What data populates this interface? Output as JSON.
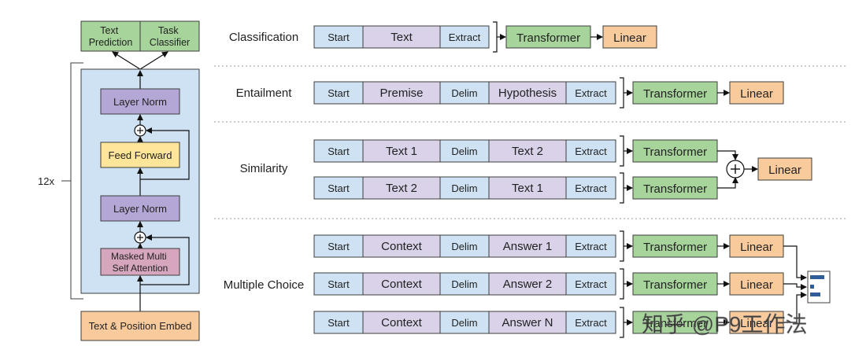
{
  "architecture": {
    "outputs": [
      "Text\nPrediction",
      "Task\nClassifier"
    ],
    "repeat_label": "12x",
    "blocks": {
      "layer_norm_top": "Layer Norm",
      "feed_forward": "Feed Forward",
      "layer_norm_bottom": "Layer Norm",
      "attention": "Masked Multi\nSelf Attention",
      "embed": "Text & Position Embed"
    }
  },
  "tasks": [
    {
      "name": "Classification",
      "sequences": [
        {
          "tokens": [
            "Start",
            "Text",
            "Extract"
          ],
          "transformer": "Transformer",
          "linear": "Linear"
        }
      ]
    },
    {
      "name": "Entailment",
      "sequences": [
        {
          "tokens": [
            "Start",
            "Premise",
            "Delim",
            "Hypothesis",
            "Extract"
          ],
          "transformer": "Transformer",
          "linear": "Linear"
        }
      ]
    },
    {
      "name": "Similarity",
      "sequences": [
        {
          "tokens": [
            "Start",
            "Text 1",
            "Delim",
            "Text 2",
            "Extract"
          ],
          "transformer": "Transformer"
        },
        {
          "tokens": [
            "Start",
            "Text 2",
            "Delim",
            "Text 1",
            "Extract"
          ],
          "transformer": "Transformer"
        }
      ],
      "merged_linear": "Linear"
    },
    {
      "name": "Multiple Choice",
      "sequences": [
        {
          "tokens": [
            "Start",
            "Context",
            "Delim",
            "Answer 1",
            "Extract"
          ],
          "transformer": "Transformer",
          "linear": "Linear"
        },
        {
          "tokens": [
            "Start",
            "Context",
            "Delim",
            "Answer 2",
            "Extract"
          ],
          "transformer": "Transformer",
          "linear": "Linear"
        },
        {
          "tokens": [
            "Start",
            "Context",
            "Delim",
            "Answer N",
            "Extract"
          ],
          "transformer": "Transformer",
          "linear": "Linear"
        }
      ]
    }
  ],
  "watermark": "知乎 @P9工作法",
  "colors": {
    "green": "#a6d49b",
    "purple_block": "#b4a7d6",
    "yellow": "#ffe599",
    "pink": "#d5a6bd",
    "orange": "#f9cb9c",
    "blue_bg": "#cfe2f3",
    "token_blue": "#cfe2f3",
    "token_purple": "#d9d2e9",
    "stroke": "#3d3d3d"
  }
}
